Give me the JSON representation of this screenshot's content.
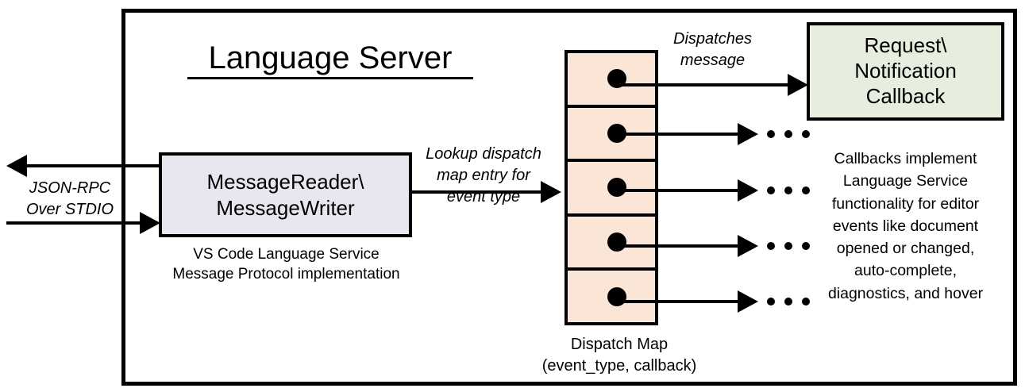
{
  "diagram": {
    "title": "Language Server",
    "external_io": {
      "label": "JSON-RPC\nOver STDIO",
      "label_line1": "JSON-RPC",
      "label_line2": "Over STDIO",
      "outbound_arrow": "arrow-left-icon",
      "inbound_arrow": "arrow-right-icon"
    },
    "reader_box": {
      "line1": "MessageReader\\",
      "line2": "MessageWriter",
      "fill": "#E9E6EF",
      "caption_line1": "VS Code Language Service",
      "caption_line2": "Message Protocol implementation"
    },
    "lookup_label": {
      "line1": "Lookup dispatch",
      "line2": "map entry for",
      "line3": "event type"
    },
    "dispatch_map": {
      "fill": "#FAE5D7",
      "cell_count": 5,
      "cells": [
        {
          "dot": "entry-dot-icon",
          "outlet": "dispatch-arrow-1"
        },
        {
          "dot": "entry-dot-icon",
          "outlet": "dispatch-arrow-2"
        },
        {
          "dot": "entry-dot-icon",
          "outlet": "dispatch-arrow-3"
        },
        {
          "dot": "entry-dot-icon",
          "outlet": "dispatch-arrow-4"
        },
        {
          "dot": "entry-dot-icon",
          "outlet": "dispatch-arrow-5"
        }
      ],
      "caption_line1": "Dispatch Map",
      "caption_line2": "(event_type, callback)"
    },
    "dispatches_label": {
      "line1": "Dispatches",
      "line2": "message"
    },
    "callback_box": {
      "line1": "Request\\",
      "line2": "Notification",
      "line3": "Callback",
      "fill": "#E8EEDD",
      "caption_line1": "Callbacks implement",
      "caption_line2": "Language Service",
      "caption_line3": "functionality for editor",
      "caption_line4": "events like document",
      "caption_line5": "opened or changed,",
      "caption_line6": "auto-complete,",
      "caption_line7": "diagnostics, and hover"
    },
    "ellipsis_marks": {
      "glyph": "ellipsis-icon",
      "count": 4
    },
    "colors": {
      "stroke": "#000000",
      "background": "#FFFFFF",
      "reader_fill": "#E9E6EF",
      "map_fill": "#FAE5D7",
      "callback_fill": "#E8EEDD"
    }
  }
}
